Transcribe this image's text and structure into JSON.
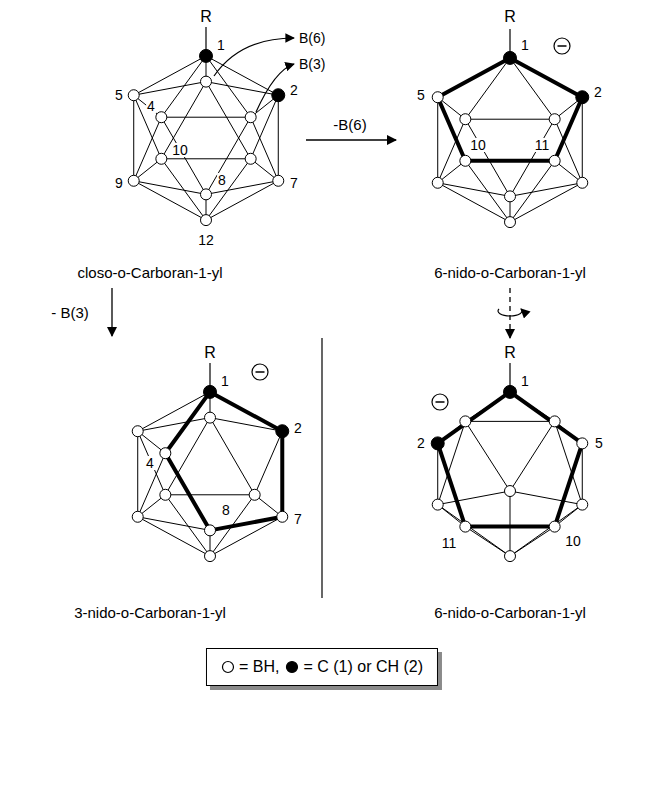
{
  "diagram": {
    "labels": [
      "R",
      "1",
      "2",
      "5",
      "4",
      "10",
      "9",
      "8",
      "7",
      "12",
      "B(6)",
      "B(3)",
      "-B(6)",
      "closo-o-Carboran-1-yl",
      "R",
      "1",
      "5",
      "2",
      "10",
      "11",
      "6-nido-o-Carboran-1-yl",
      "- B(3)",
      "R",
      "1",
      "4",
      "2",
      "8",
      "7",
      "3-nido-o-Carboran-1-yl",
      "R",
      "1",
      "2",
      "5",
      "11",
      "10",
      "6-nido-o-Carboran-1-yl"
    ],
    "legend": [
      {
        "text": "= BH,"
      },
      {
        "text": "= C (1) or CH (2)"
      }
    ]
  }
}
